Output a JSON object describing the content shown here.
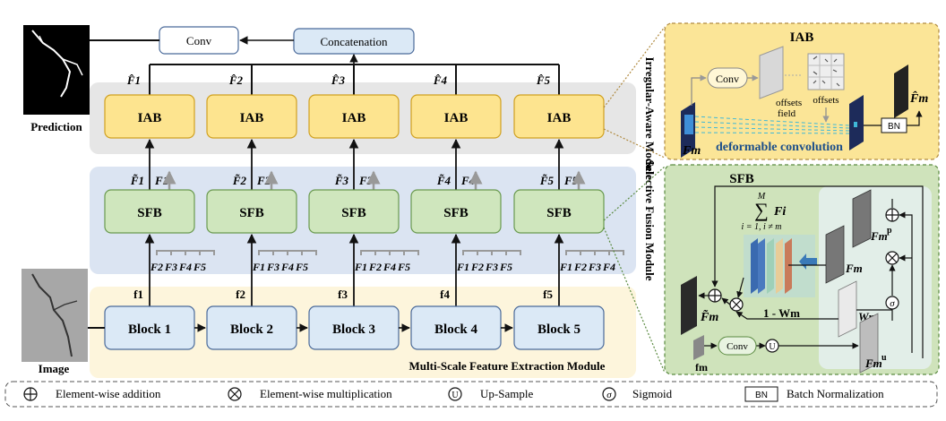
{
  "left": {
    "prediction_label": "Prediction",
    "image_label": "Image"
  },
  "top": {
    "conv": "Conv",
    "concat": "Concatenation",
    "fhat": [
      "F̂1",
      "F̂2",
      "F̂3",
      "F̂4",
      "F̂5"
    ]
  },
  "iab_module": {
    "title": "Irregular-Aware Module",
    "blocks": [
      "IAB",
      "IAB",
      "IAB",
      "IAB",
      "IAB"
    ]
  },
  "sff_module": {
    "title": "Selective Fusion Module",
    "blocks": [
      "SFB",
      "SFB",
      "SFB",
      "SFB",
      "SFB"
    ],
    "ftilde": [
      "F̃1",
      "F̃2",
      "F̃3",
      "F̃4",
      "F̃5"
    ],
    "fup": [
      "F1",
      "F2",
      "F3",
      "F4",
      "F5"
    ],
    "cross_inputs": [
      [
        "F2",
        "F3",
        "F4",
        "F5"
      ],
      [
        "F1",
        "F3",
        "F4",
        "F5"
      ],
      [
        "F1",
        "F2",
        "F4",
        "F5"
      ],
      [
        "F1",
        "F2",
        "F3",
        "F5"
      ],
      [
        "F1",
        "F2",
        "F3",
        "F4"
      ]
    ]
  },
  "msfe_module": {
    "title": "Multi-Scale Feature Extraction Module",
    "blocks": [
      "Block 1",
      "Block 2",
      "Block 3",
      "Block 4",
      "Block 5"
    ],
    "f_labels": [
      "f1",
      "f2",
      "f3",
      "f4",
      "f5"
    ]
  },
  "iab_detail": {
    "title": "IAB",
    "conv": "Conv",
    "offsets_field": "offsets field",
    "offsets": "offsets",
    "bn": "BN",
    "fm": "Fm",
    "fhat_m": "F̂m",
    "deformable": "deformable convolution"
  },
  "sfb_detail": {
    "title": "SFB",
    "sum_top": "M",
    "sum_sub": "i = 1, i ≠ m",
    "sum_f": "Fi",
    "fm_p": "Fm",
    "fm_p_sup": "p",
    "fm": "Fm",
    "wm": "Wm",
    "one_minus_wm": "1 - Wm",
    "ftilde_m": "F̃m",
    "fm_u": "Fm",
    "fm_u_sup": "u",
    "f_m": "fm",
    "conv": "Conv",
    "upsample_symbol": "U",
    "sigma": "σ"
  },
  "legend": [
    {
      "symbol": "⊕",
      "label": "Element-wise addition"
    },
    {
      "symbol": "⊗",
      "label": "Element-wise multiplication"
    },
    {
      "symbol": "U",
      "label": "Up-Sample"
    },
    {
      "symbol": "σ",
      "label": "Sigmoid"
    },
    {
      "symbol": "BN",
      "label": "Batch Normalization"
    }
  ],
  "colors": {
    "iab_fill": "#fde48f",
    "sfb_fill": "#cfe6bd",
    "block_fill": "#dbe9f6",
    "gray_band": "#e6e6e6",
    "blue_band": "#dbe4f2",
    "yellow_band": "#fdf5dc",
    "iab_panel": "#fbe597",
    "sfb_panel": "#cfe3bb"
  }
}
